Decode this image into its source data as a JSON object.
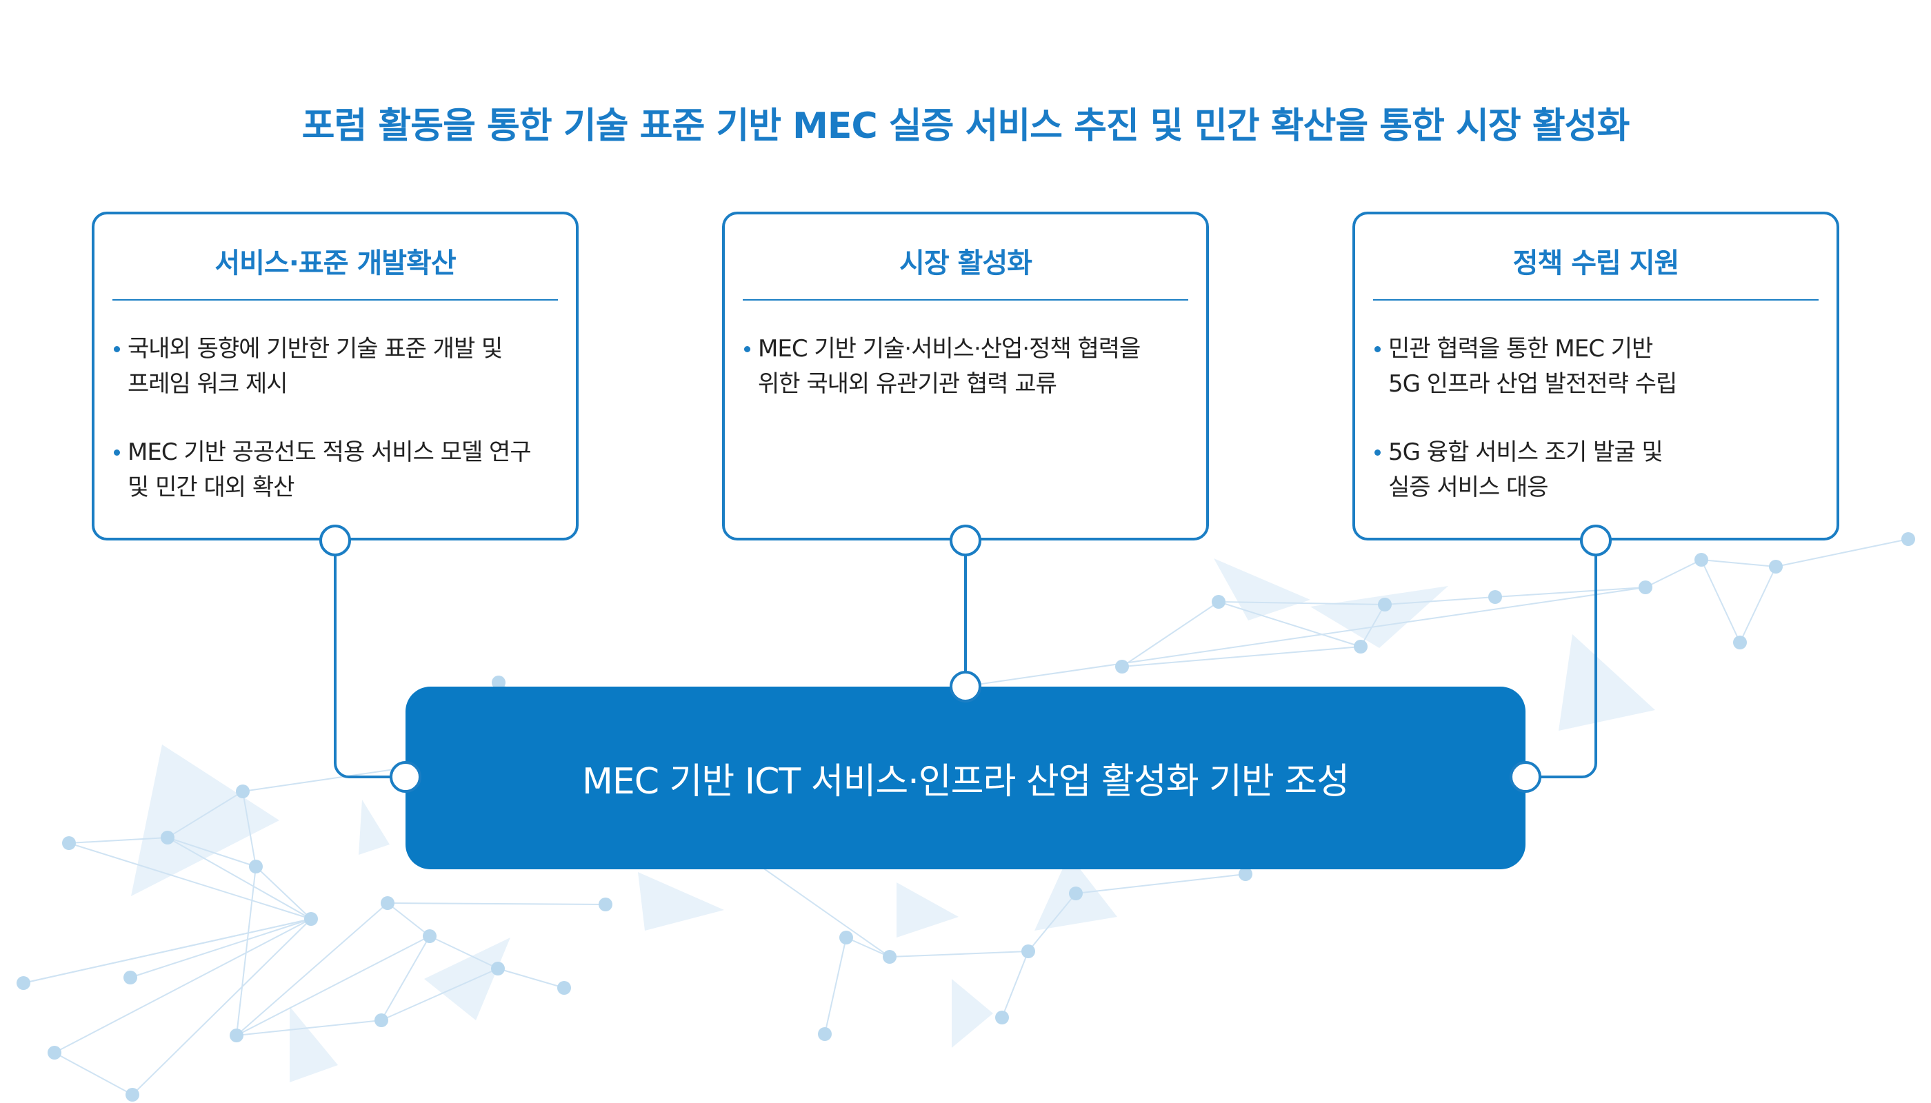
{
  "headline": "포럼 활동을 통한 기술 표준 기반 MEC 실증 서비스 추진 및 민간 확산을 통한 시장 활성화",
  "cards": [
    {
      "title": "서비스·표준 개발확산",
      "items": [
        [
          "국내외 동향에 기반한 기술 표준 개발 및",
          "프레임 워크 제시"
        ],
        [
          "MEC 기반 공공선도 적용 서비스 모델 연구",
          "및 민간 대외 확산"
        ]
      ]
    },
    {
      "title": "시장 활성화",
      "items": [
        [
          "MEC 기반 기술·서비스·산업·정책 협력을",
          "위한 국내외 유관기관 협력 교류"
        ]
      ]
    },
    {
      "title": "정책 수립 지원",
      "items": [
        [
          "민관 협력을 통한 MEC 기반",
          "5G 인프라 산업 발전전략 수립"
        ],
        [
          "5G 융합 서비스 조기 발굴 및",
          "실증 서비스 대응"
        ]
      ]
    }
  ],
  "core": "MEC 기반 ICT 서비스·인프라 산업 활성화 기반 조성",
  "colors": {
    "accent": "#1a7cc7",
    "core_fill": "#0a7ac4",
    "network_node": "#b9d8ee",
    "network_line": "#cfe3f3",
    "network_triangle": "#e8f2fa"
  }
}
